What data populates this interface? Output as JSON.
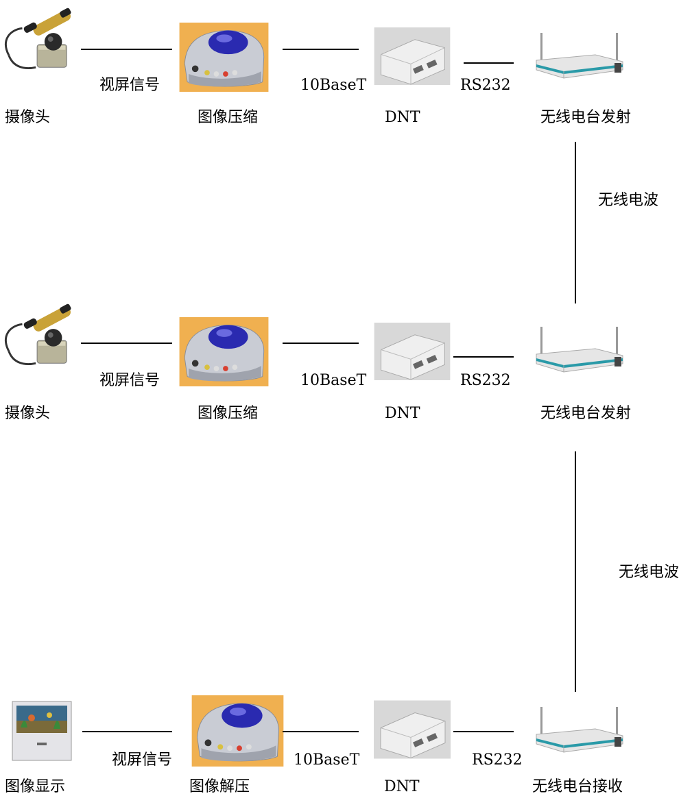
{
  "row1": {
    "labels": [
      "摄像头",
      "图像压缩",
      "DNT",
      "无线电台发射"
    ],
    "links": [
      "视屏信号",
      "10BaseT",
      "RS232"
    ]
  },
  "row2": {
    "labels": [
      "摄像头",
      "图像压缩",
      "DNT",
      "无线电台发射"
    ],
    "links": [
      "视屏信号",
      "10BaseT",
      "RS232"
    ]
  },
  "row3": {
    "labels": [
      "图像显示",
      "图像解压",
      "DNT",
      "无线电台接收"
    ],
    "links": [
      "视屏信号",
      "10BaseT",
      "RS232"
    ]
  },
  "vertical_links": [
    "无线电波",
    "无线电波"
  ],
  "colors": {
    "line": "#000000",
    "codec_bg": "#f0b050",
    "codec_dome": "#2a2ab0",
    "radio_stripe": "#2a9aa8"
  }
}
